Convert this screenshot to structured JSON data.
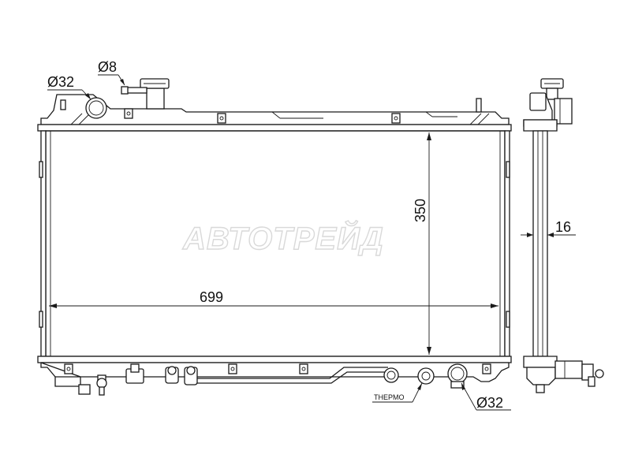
{
  "watermark": "АВТОТРЕЙД",
  "dimensions": {
    "width": "699",
    "height": "350",
    "thickness": "16",
    "inlet_diameter": "Ø32",
    "outlet_diameter": "Ø32",
    "overflow_diameter": "Ø8"
  },
  "labels": {
    "thermo": "THEPMO"
  },
  "colors": {
    "line": "#1a1a1a",
    "background": "#ffffff",
    "watermark_outline": "#d9d9d9"
  }
}
